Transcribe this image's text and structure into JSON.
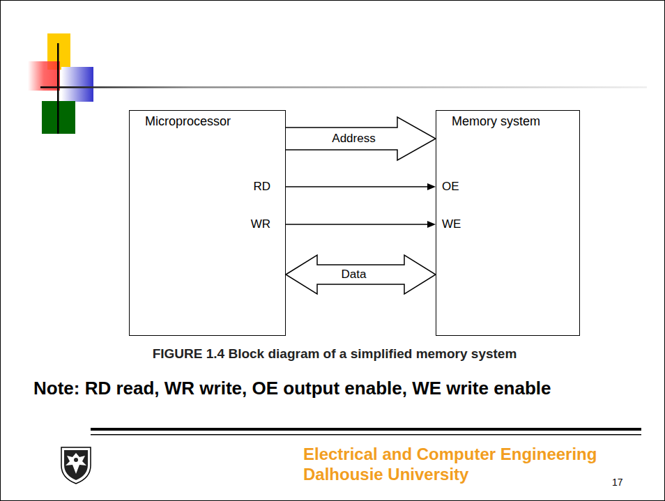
{
  "diagram": {
    "caption": "FIGURE 1.4 Block diagram of a simplified memory system",
    "nodes": [
      {
        "text": [
          "Microprocessor"
        ]
      },
      {
        "text": [
          "Memory system"
        ]
      }
    ],
    "edges": [
      {
        "from": 0,
        "to": 1,
        "arrow": "to",
        "label": "Address"
      },
      {
        "from": 0,
        "to": 1,
        "arrow": "to"
      },
      {
        "from": 0,
        "to": 1,
        "arrow": "to"
      },
      {
        "from": 0,
        "to": 1,
        "arrow": "both",
        "label": "Data"
      }
    ],
    "labels": [
      "RD",
      "WR",
      "OE",
      "WE",
      "Note: RD read, WR write, OE output enable, WE write enable",
      "Electrical and Computer Engineering",
      "Dalhousie University",
      "17"
    ]
  }
}
